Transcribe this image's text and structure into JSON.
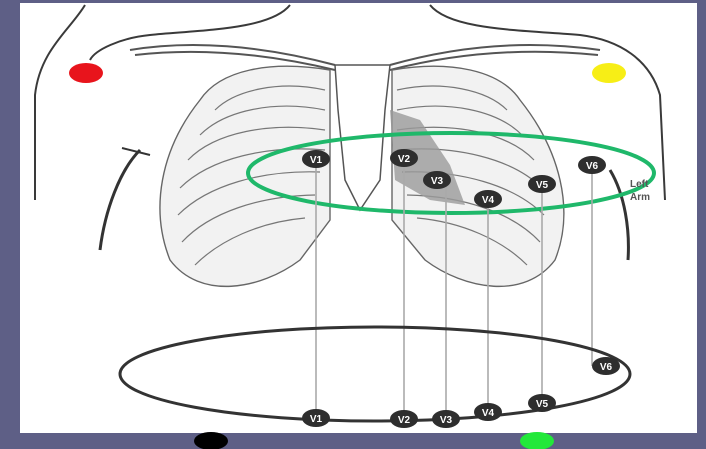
{
  "upper_leads": [
    {
      "label": "V1"
    },
    {
      "label": "V2"
    },
    {
      "label": "V3"
    },
    {
      "label": "V4"
    },
    {
      "label": "V5"
    },
    {
      "label": "V6"
    }
  ],
  "lower_leads": [
    {
      "label": "V1"
    },
    {
      "label": "V2"
    },
    {
      "label": "V3"
    },
    {
      "label": "V4"
    },
    {
      "label": "V5"
    },
    {
      "label": "V6"
    }
  ],
  "side_label": {
    "line1": "Left",
    "line2": "Arm"
  },
  "limb_electrodes": {
    "right_arm": "#e8141c",
    "left_arm": "#f7ee16",
    "right_leg": "#000000",
    "left_leg": "#22e83a"
  },
  "highlight_color": "#1fb86a",
  "frame_color": "#5e5f86"
}
